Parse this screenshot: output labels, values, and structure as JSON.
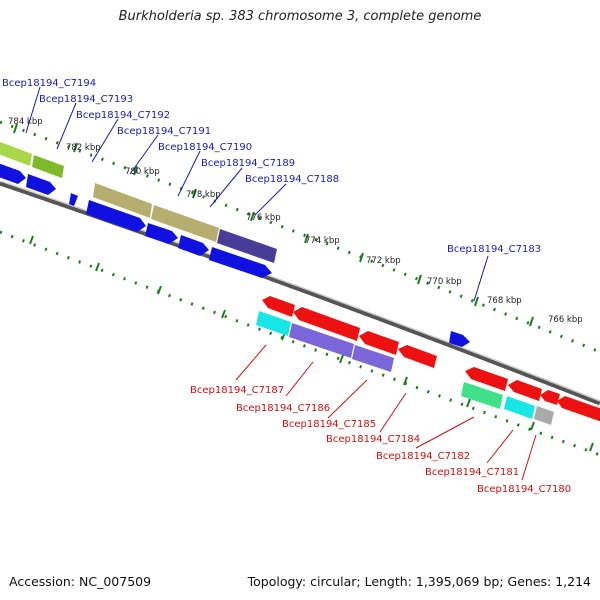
{
  "title": "Burkholderia sp. 383 chromosome 3, complete genome",
  "accession_text": "Accession: NC_007509",
  "summary_text": "Topology: circular; Length: 1,395,069 bp; Genes: 1,214",
  "colors": {
    "forward_label": "#1a1ab8",
    "reverse_label": "#cc1111",
    "tick": "#1d7a1d",
    "backbone": "#8a8a8a"
  },
  "tick_labels": [
    "784 kbp",
    "782 kbp",
    "780 kbp",
    "778 kbp",
    "776 kbp",
    "774 kbp",
    "772 kbp",
    "770 kbp",
    "768 kbp",
    "766 kbp"
  ],
  "forward_gene_labels": [
    "Bcep18194_C7194",
    "Bcep18194_C7193",
    "Bcep18194_C7192",
    "Bcep18194_C7191",
    "Bcep18194_C7190",
    "Bcep18194_C7189",
    "Bcep18194_C7188",
    "Bcep18194_C7183"
  ],
  "reverse_gene_labels": [
    "Bcep18194_C7187",
    "Bcep18194_C7186",
    "Bcep18194_C7185",
    "Bcep18194_C7184",
    "Bcep18194_C7182",
    "Bcep18194_C7181",
    "Bcep18194_C7180"
  ]
}
